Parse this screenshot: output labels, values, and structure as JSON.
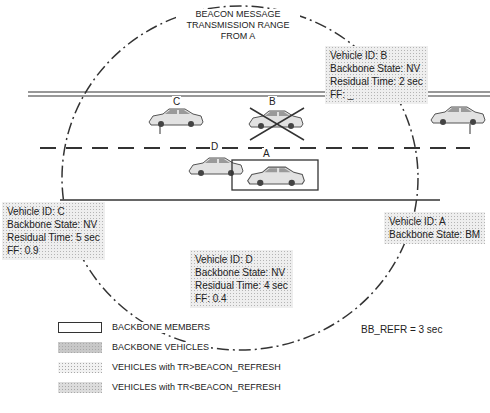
{
  "diagram": {
    "nodes": [
      {
        "text": [
          "Vehicle ID: B",
          "Backbone State: NV",
          "Residual Time: 2 sec",
          "FF: _"
        ]
      },
      {
        "text": [
          "Vehicle ID: C",
          "Backbone State: NV",
          "Residual Time: 5 sec",
          "FF: 0.9"
        ]
      },
      {
        "text": [
          "Vehicle ID: A",
          "Backbone State: BM"
        ]
      },
      {
        "text": [
          "Vehicle ID: D",
          "Backbone State: NV",
          "Residual Time: 4 sec",
          "FF: 0.4"
        ]
      }
    ],
    "labels": [
      "BEACON MESSAGE TRANSMISSION RANGE FROM A",
      "C",
      "B",
      "D",
      "A",
      "BB_REFR = 3 sec"
    ],
    "legend": [
      {
        "text": "BACKBONE MEMBERS"
      },
      {
        "text": "BACKBONE VEHICLES",
        "color": "#c8c8c8"
      },
      {
        "text": "VEHICLES with TR>BEACON_REFRESH",
        "color": "#f2f2f2"
      },
      {
        "text": "VEHICLES with TR<BEACON_REFRESH",
        "color": "#dcdcdc"
      }
    ]
  }
}
